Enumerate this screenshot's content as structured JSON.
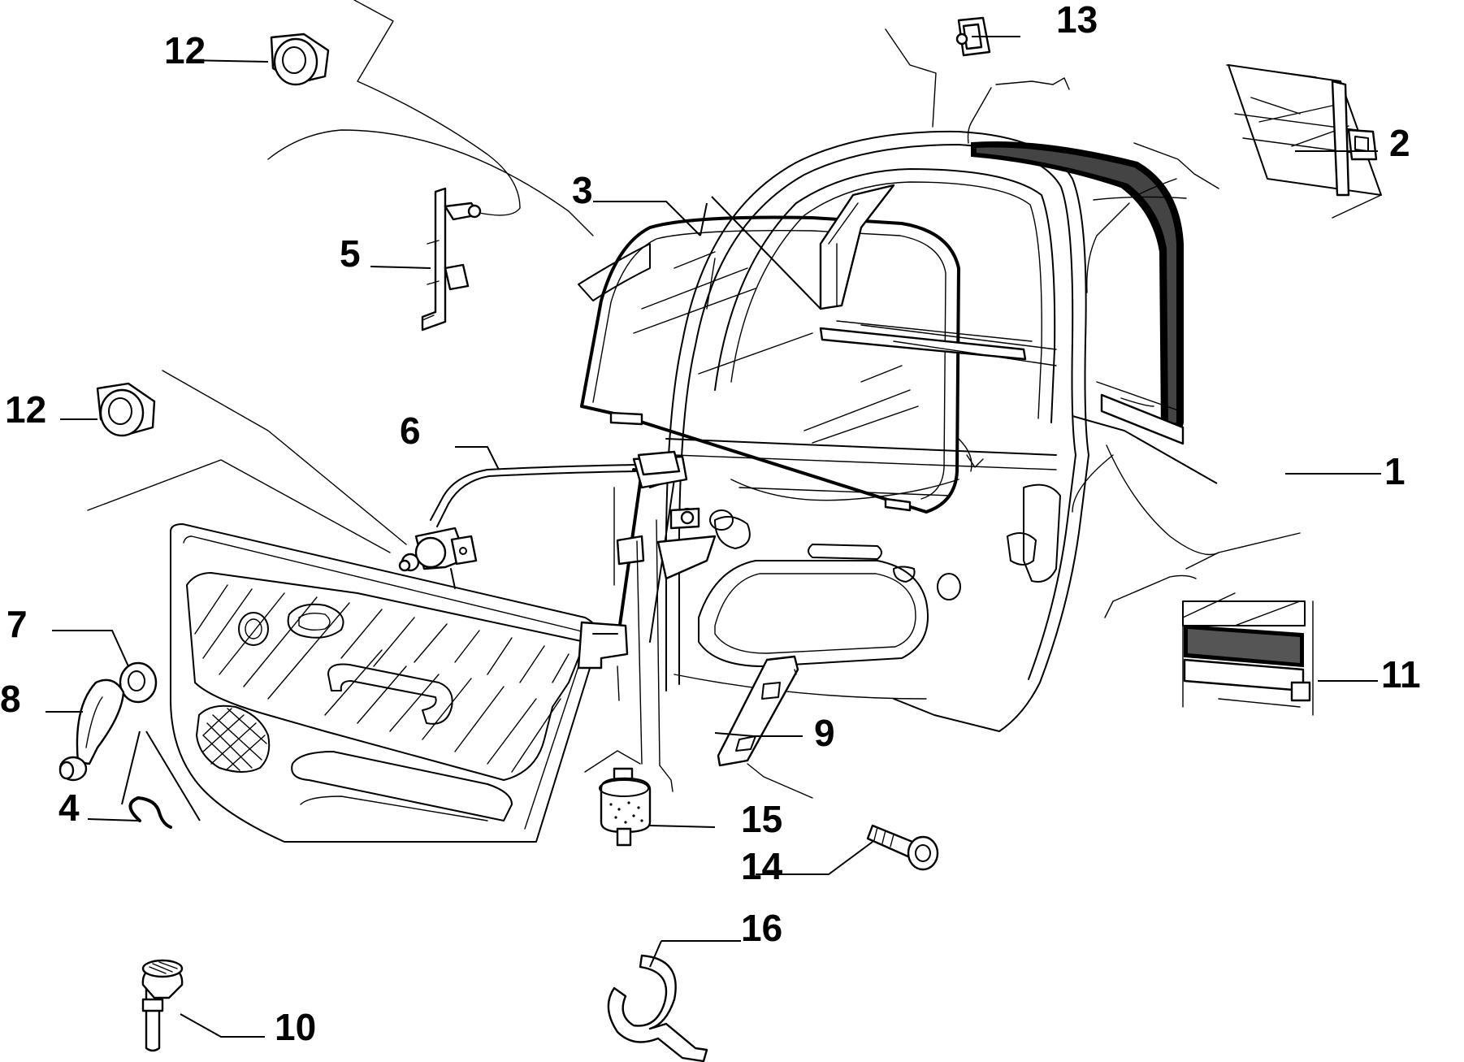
{
  "diagram": {
    "style": "exploded parts diagram",
    "subject": "front door assembly with window regulator and trim panel",
    "line_color": "#000000",
    "background": "#ffffff",
    "callouts": [
      {
        "id": "c1",
        "label": "1"
      },
      {
        "id": "c2",
        "label": "2"
      },
      {
        "id": "c3",
        "label": "3"
      },
      {
        "id": "c4",
        "label": "4"
      },
      {
        "id": "c5",
        "label": "5"
      },
      {
        "id": "c6",
        "label": "6"
      },
      {
        "id": "c7",
        "label": "7"
      },
      {
        "id": "c8",
        "label": "8"
      },
      {
        "id": "c9",
        "label": "9"
      },
      {
        "id": "c10",
        "label": "10"
      },
      {
        "id": "c11",
        "label": "11"
      },
      {
        "id": "c12a",
        "label": "12"
      },
      {
        "id": "c12b",
        "label": "12"
      },
      {
        "id": "c13",
        "label": "13"
      },
      {
        "id": "c14",
        "label": "14"
      },
      {
        "id": "c15",
        "label": "15"
      },
      {
        "id": "c16",
        "label": "16"
      }
    ]
  }
}
